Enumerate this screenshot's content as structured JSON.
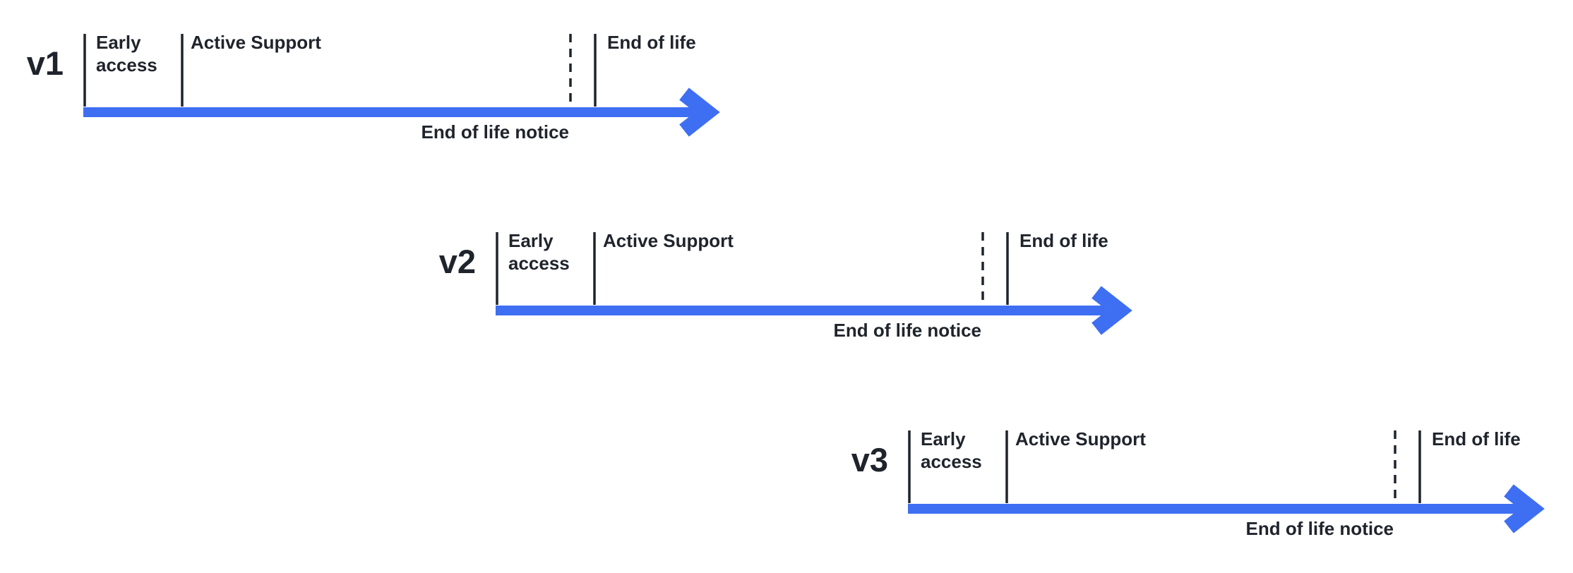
{
  "diagram": {
    "colors": {
      "ink": "#1f242c",
      "arrow": "#3e6ff2"
    },
    "rows": [
      {
        "version": "v1",
        "phase_early": "Early access",
        "phase_active": "Active Support",
        "phase_eol": "End of life",
        "notice": "End of life notice"
      },
      {
        "version": "v2",
        "phase_early": "Early access",
        "phase_active": "Active Support",
        "phase_eol": "End of life",
        "notice": "End of life notice"
      },
      {
        "version": "v3",
        "phase_early": "Early access",
        "phase_active": "Active Support",
        "phase_eol": "End of life",
        "notice": "End of life notice"
      }
    ]
  }
}
